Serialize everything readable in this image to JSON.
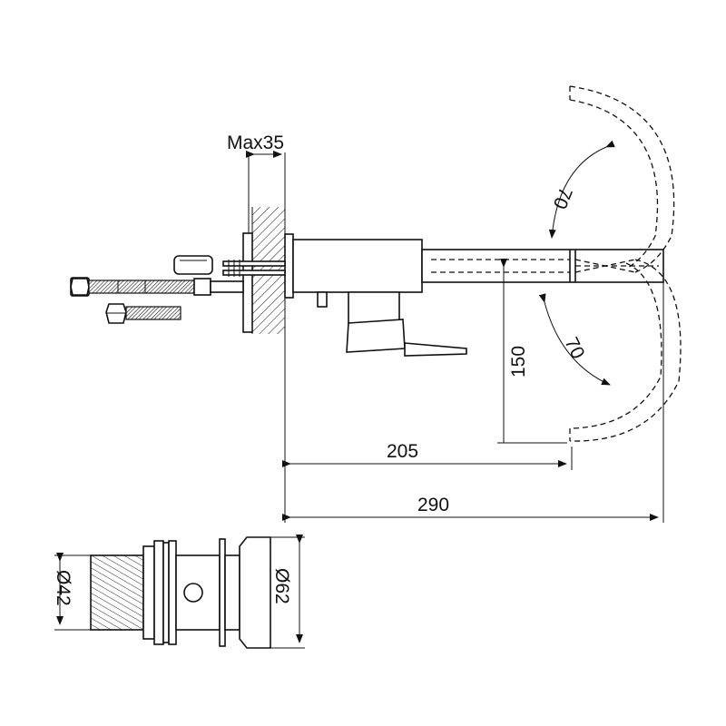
{
  "dimensions": {
    "max_wall": "Max35",
    "spout_reach": "205",
    "overall_length": "290",
    "height": "150",
    "swivel_upper": "70",
    "swivel_lower": "70",
    "thread_diameter": "Ø42",
    "flange_diameter": "Ø62"
  }
}
